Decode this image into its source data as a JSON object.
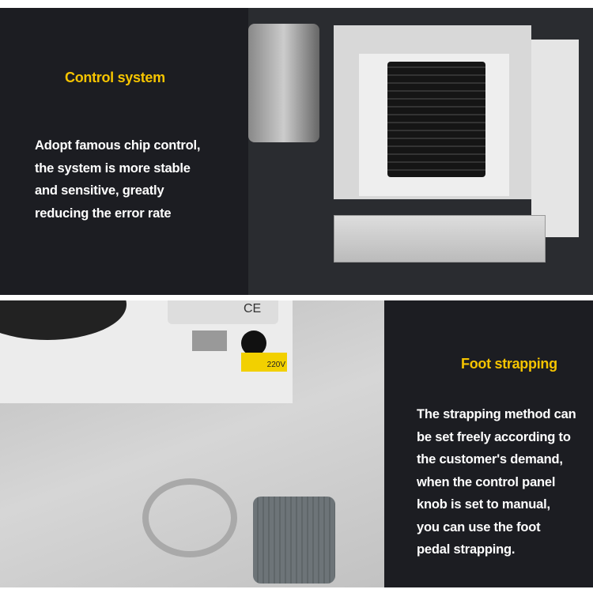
{
  "sections": [
    {
      "title": "Control system",
      "description": "Adopt famous chip control,\nthe system is more stable\nand sensitive, greatly\nreducing the error rate",
      "image": "control-board-photo"
    },
    {
      "title": "Foot strapping",
      "description": "The strapping method can\nbe set freely according to\nthe customer's demand,\nwhen the control panel\nknob is set to manual,\nyou can use the foot\npedal strapping.",
      "image": "foot-pedal-photo"
    }
  ],
  "colors": {
    "panel_bg": "#1c1d22",
    "title": "#f5c400",
    "text": "#ffffff"
  },
  "photo_labels": {
    "ce_mark": "CE",
    "voltage_label": "220V"
  }
}
